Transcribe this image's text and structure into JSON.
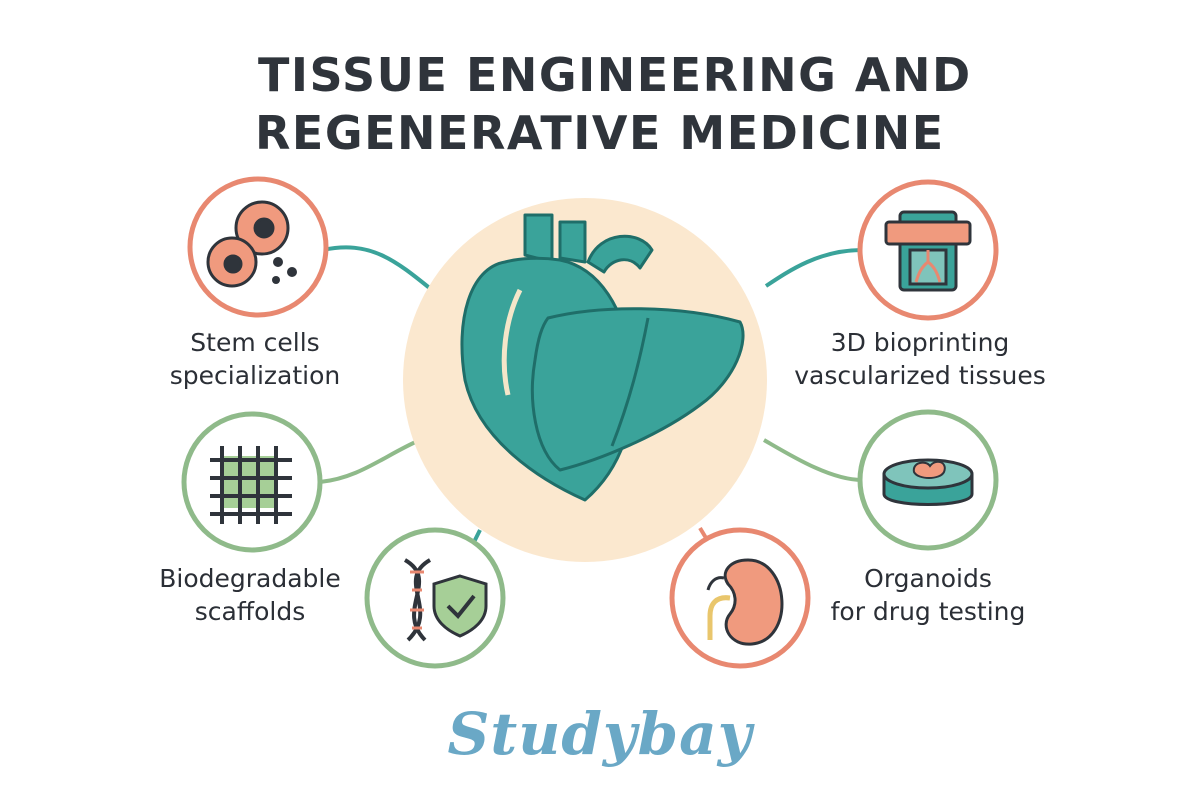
{
  "title": {
    "line1": "TISSUE ENGINEERING AND",
    "line2": "REGENERATIVE MEDICINE"
  },
  "nodes": {
    "stem_cells": {
      "line1": "Stem cells",
      "line2": "specialization",
      "icon": "stem-cells-icon"
    },
    "scaffolds": {
      "line1": "Biodegradable",
      "line2": "scaffolds",
      "icon": "scaffold-grid-icon"
    },
    "dna": {
      "icon": "dna-shield-icon"
    },
    "bioprinting": {
      "line1": "3D bioprinting",
      "line2": "vascularized tissues",
      "icon": "bioprinter-icon"
    },
    "organoids": {
      "line1": "Organoids",
      "line2": "for drug testing",
      "icon": "petri-dish-icon"
    },
    "kidney": {
      "icon": "kidney-icon"
    },
    "center": {
      "icon": "heart-liver-icon"
    }
  },
  "colors": {
    "coral": "#e88870",
    "sage": "#8fba8a",
    "teal": "#3aa39a",
    "teal_dark": "#2a7f78",
    "cream": "#fbe8cf",
    "ink": "#2f343b",
    "logo_blue": "#6aa8c6"
  },
  "logo": {
    "text": "Studybay"
  }
}
